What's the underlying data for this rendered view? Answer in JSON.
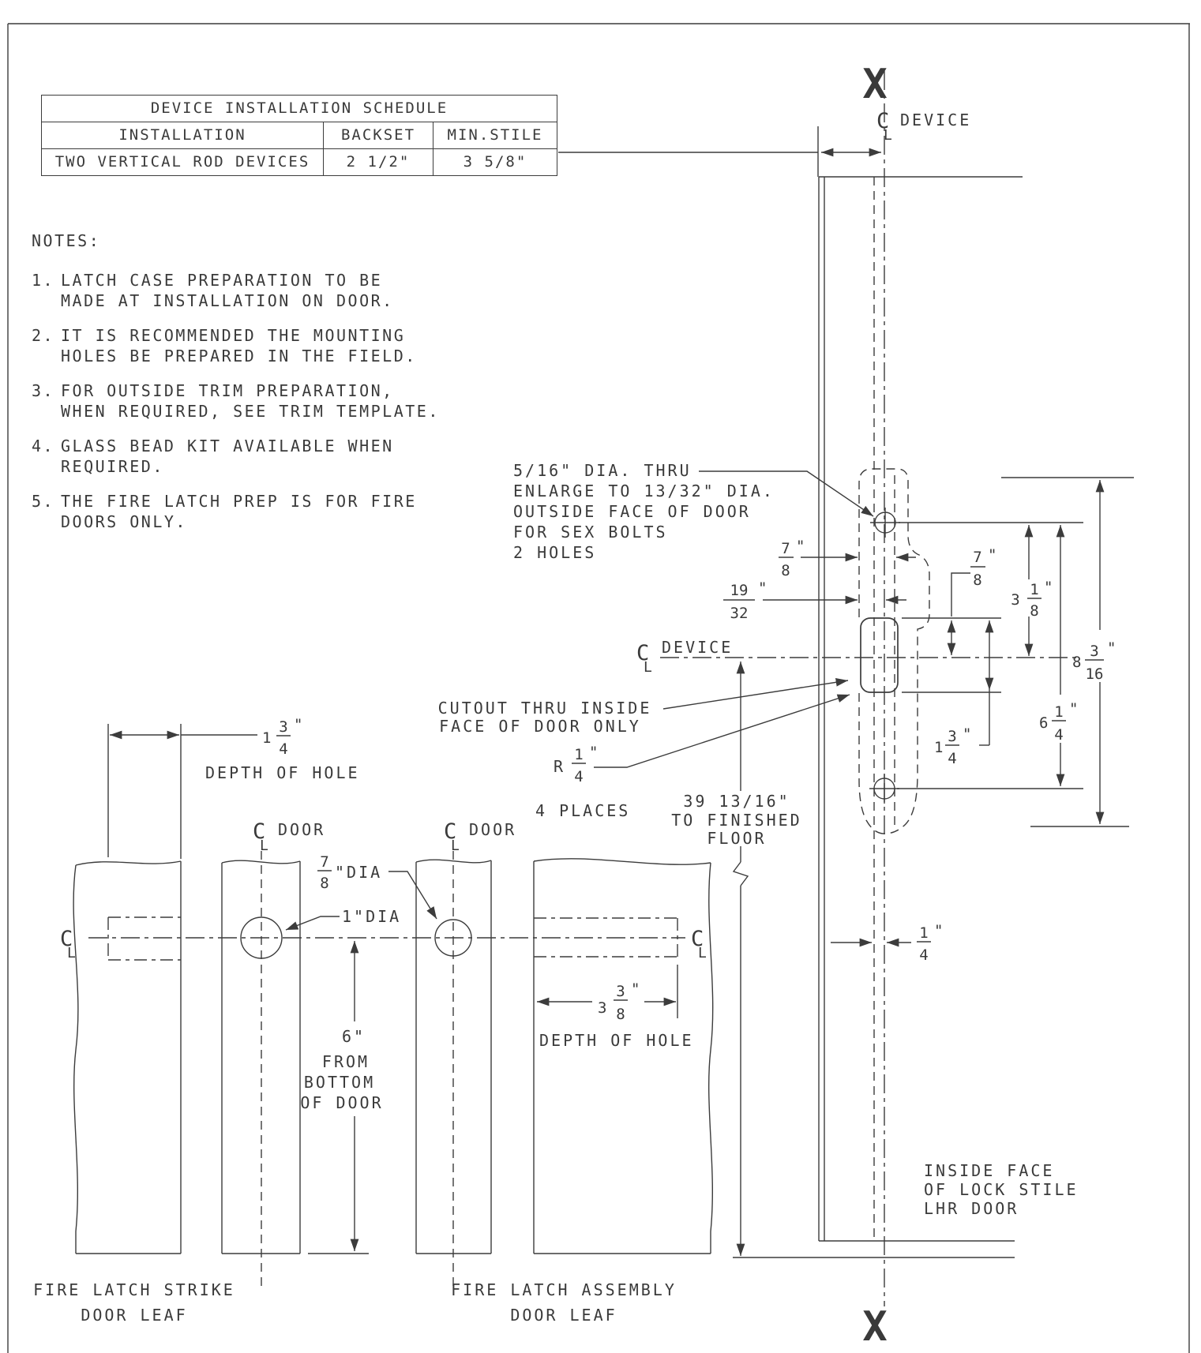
{
  "page": {
    "background": "#ffffff",
    "line_color": "#3c3c3c",
    "text_color": "#3a3a3a"
  },
  "table": {
    "title": "DEVICE INSTALLATION SCHEDULE",
    "col_installation": "INSTALLATION",
    "col_backset": "BACKSET",
    "col_min_stile": "MIN.STILE",
    "row_installation": "TWO VERTICAL ROD DEVICES",
    "row_backset": "2 1/2\"",
    "row_min_stile": "3 5/8\""
  },
  "notes": {
    "heading": "NOTES:",
    "items": [
      {
        "num": "1.",
        "l1": "LATCH CASE PREPARATION TO BE",
        "l2": "MADE AT INSTALLATION ON DOOR."
      },
      {
        "num": "2.",
        "l1": "IT IS RECOMMENDED THE MOUNTING",
        "l2": "HOLES BE PREPARED IN THE FIELD."
      },
      {
        "num": "3.",
        "l1": "FOR OUTSIDE TRIM PREPARATION,",
        "l2": "WHEN REQUIRED, SEE TRIM TEMPLATE."
      },
      {
        "num": "4.",
        "l1": "GLASS BEAD KIT AVAILABLE WHEN",
        "l2": "REQUIRED."
      },
      {
        "num": "5.",
        "l1": "THE FIRE LATCH PREP IS FOR FIRE",
        "l2": "DOORS ONLY."
      }
    ]
  },
  "callouts": {
    "sex_bolts": {
      "l1": "5/16\" DIA. THRU",
      "l2": "ENLARGE TO 13/32\" DIA.",
      "l3": "OUTSIDE FACE OF DOOR",
      "l4": "FOR SEX BOLTS",
      "l5": "2 HOLES"
    },
    "cutout": {
      "l1": "CUTOUT THRU INSIDE",
      "l2": "FACE OF DOOR ONLY"
    },
    "radius": {
      "prefix": "R",
      "num": "1",
      "den": "4",
      "unit": "\"",
      "note": "4 PLACES"
    },
    "floor": {
      "l1": "39 13/16\"",
      "l2": "TO FINISHED",
      "l3": "FLOOR"
    },
    "inside_face": {
      "l1": "INSIDE FACE",
      "l2": "OF LOCK STILE",
      "l3": "LHR DOOR"
    },
    "strike_leaf": {
      "l1": "FIRE LATCH STRIKE",
      "l2": "DOOR LEAF"
    },
    "assembly_leaf": {
      "l1": "FIRE LATCH ASSEMBLY",
      "l2": "DOOR LEAF"
    },
    "depth_of_hole": "DEPTH OF HOLE",
    "from_bottom": {
      "l1": "6\"",
      "l2": "FROM",
      "l3": "BOTTOM",
      "l4": "OF DOOR"
    },
    "dia_78": {
      "num": "7",
      "den": "8",
      "suffix": "\"DIA"
    },
    "dia_1": "1\"DIA",
    "cl_device": "DEVICE",
    "cl_door": "DOOR",
    "section_marker": "X"
  },
  "dims": {
    "d78L": {
      "num": "7",
      "den": "8",
      "unit": "\""
    },
    "d1932": {
      "num": "19",
      "den": "32",
      "unit": "\""
    },
    "d78R": {
      "num": "7",
      "den": "8",
      "unit": "\""
    },
    "d318": {
      "whole": "3",
      "num": "1",
      "den": "8",
      "unit": "\""
    },
    "d134": {
      "whole": "1",
      "num": "3",
      "den": "4",
      "unit": "\""
    },
    "d816": {
      "whole": "8",
      "num": "3",
      "den": "16",
      "unit": "\""
    },
    "d614": {
      "whole": "6",
      "num": "1",
      "den": "4",
      "unit": "\""
    },
    "d14": {
      "num": "1",
      "den": "4",
      "unit": "\""
    },
    "leaf134": {
      "whole": "1",
      "num": "3",
      "den": "4",
      "unit": "\""
    },
    "d338": {
      "whole": "3",
      "num": "3",
      "den": "8",
      "unit": "\""
    }
  },
  "symbols": {
    "c": "C",
    "l": "L"
  }
}
